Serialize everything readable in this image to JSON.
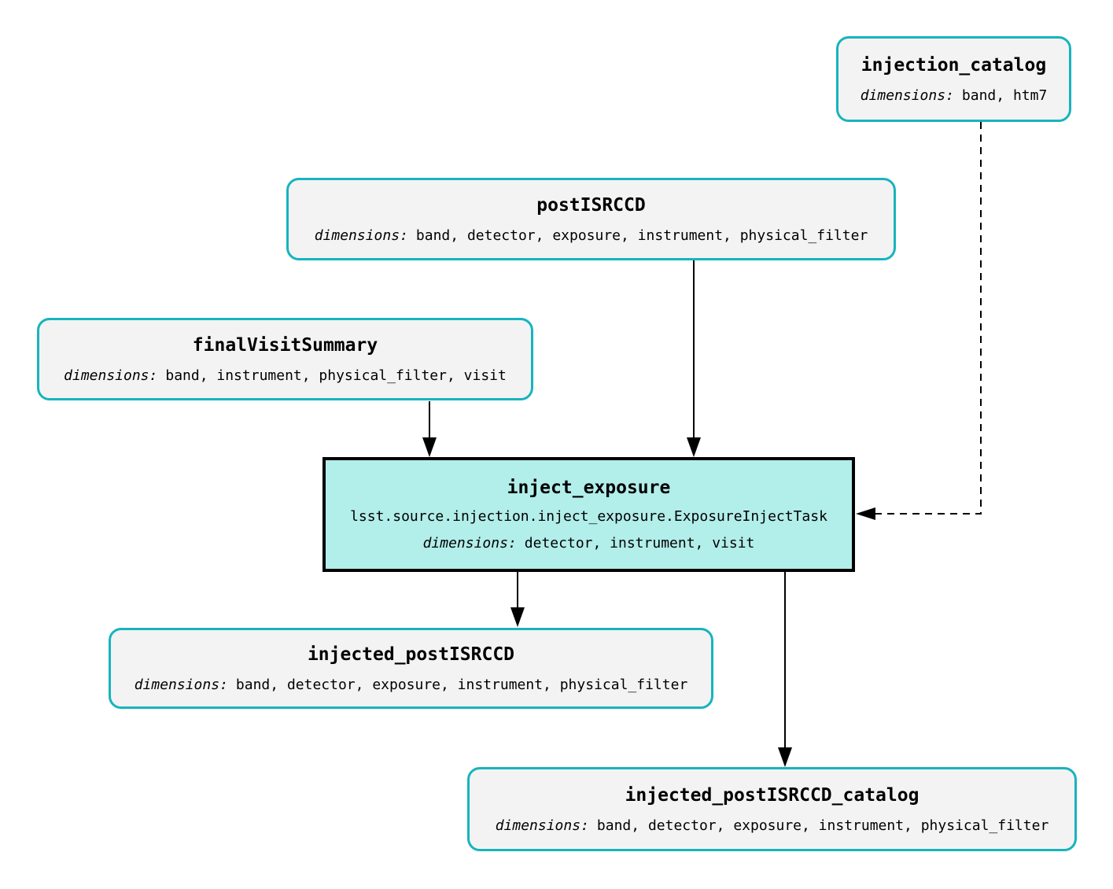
{
  "diagram_type": "pipeline-task-graph",
  "labels": {
    "dimensions": "dimensions:"
  },
  "colors": {
    "dataset_border": "#17b4be",
    "dataset_fill": "#f3f3f3",
    "task_fill": "#b2eeea",
    "task_border": "#000000",
    "edge": "#000000",
    "background": "#ffffff"
  },
  "nodes": {
    "injection_catalog": {
      "title": "injection_catalog",
      "dimensions": "band, htm7"
    },
    "postISRCCD": {
      "title": "postISRCCD",
      "dimensions": "band, detector, exposure, instrument, physical_filter"
    },
    "finalVisitSummary": {
      "title": "finalVisitSummary",
      "dimensions": "band, instrument, physical_filter, visit"
    },
    "inject_exposure": {
      "title": "inject_exposure",
      "task_class": "lsst.source.injection.inject_exposure.ExposureInjectTask",
      "dimensions": "detector, instrument, visit"
    },
    "injected_postISRCCD": {
      "title": "injected_postISRCCD",
      "dimensions": "band, detector, exposure, instrument, physical_filter"
    },
    "injected_postISRCCD_catalog": {
      "title": "injected_postISRCCD_catalog",
      "dimensions": "band, detector, exposure, instrument, physical_filter"
    }
  },
  "edges": [
    {
      "from": "postISRCCD",
      "to": "inject_exposure",
      "style": "solid"
    },
    {
      "from": "finalVisitSummary",
      "to": "inject_exposure",
      "style": "solid"
    },
    {
      "from": "injection_catalog",
      "to": "inject_exposure",
      "style": "dashed"
    },
    {
      "from": "inject_exposure",
      "to": "injected_postISRCCD",
      "style": "solid"
    },
    {
      "from": "inject_exposure",
      "to": "injected_postISRCCD_catalog",
      "style": "solid"
    }
  ]
}
